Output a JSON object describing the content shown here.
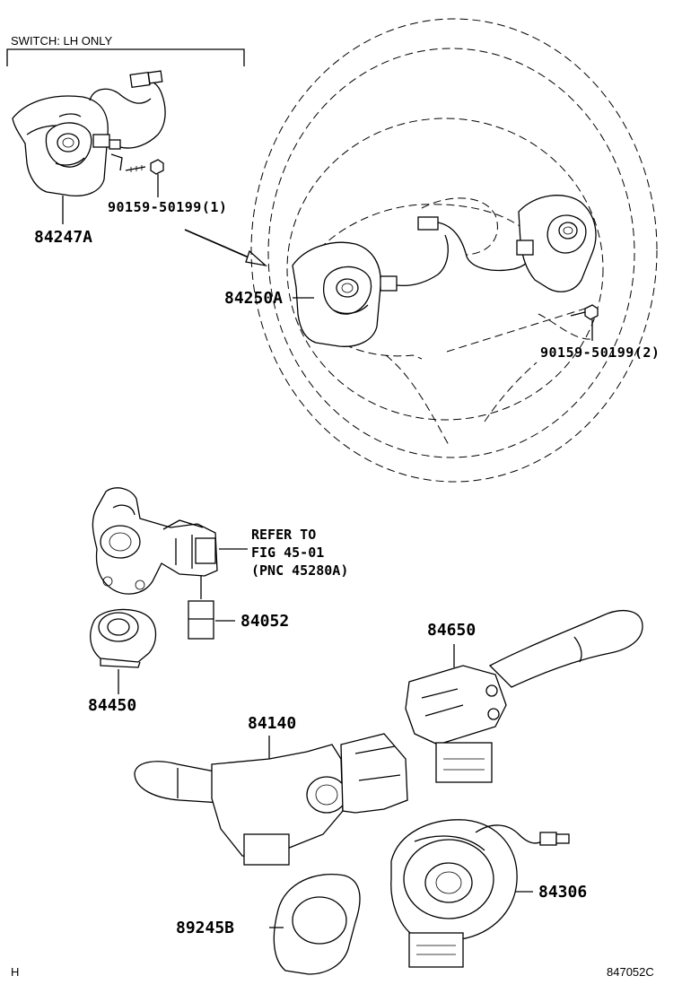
{
  "diagram": {
    "header_note": "SWITCH: LH ONLY",
    "parts": {
      "p84247A": "84247A",
      "p90159_1": "90159-50199(1)",
      "p84250A": "84250A",
      "p90159_2": "90159-50199(2)",
      "p84052": "84052",
      "p84450": "84450",
      "p84650": "84650",
      "p84140": "84140",
      "p84306": "84306",
      "p89245B": "89245B"
    },
    "refer": {
      "line1": "REFER TO",
      "line2": "FIG 45-01",
      "line3": "(PNC 45280A)"
    },
    "corner_left": "H",
    "figure_code": "847052C"
  }
}
